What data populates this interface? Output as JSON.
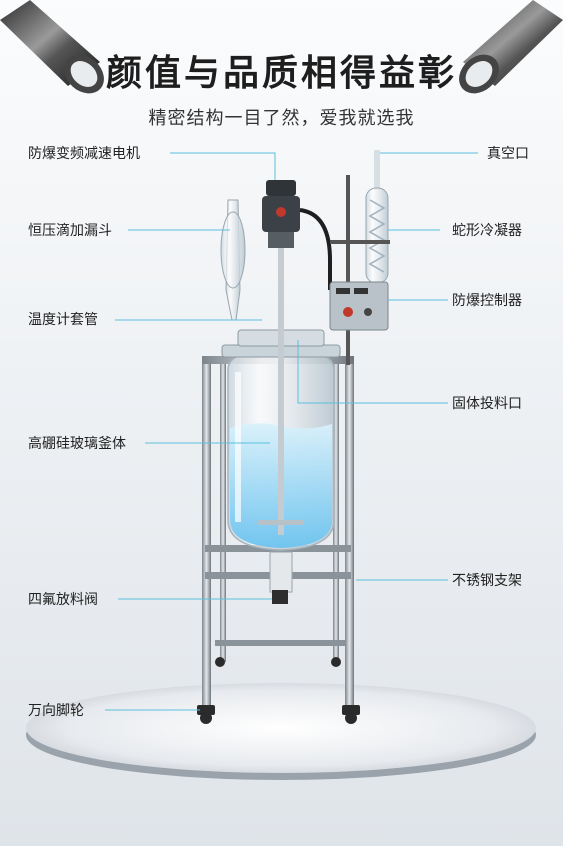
{
  "header": {
    "title": "颜值与品质相得益彰",
    "subtitle": "精密结构一目了然，爱我就选我"
  },
  "callouts": {
    "motor": "防爆变频减速电机",
    "funnel": "恒压滴加漏斗",
    "thermo": "温度计套管",
    "vessel": "高硼硅玻璃釜体",
    "valve": "四氟放料阀",
    "caster": "万向脚轮",
    "vacuum": "真空口",
    "condenser": "蛇形冷凝器",
    "controller": "防爆控制器",
    "feed": "固体投料口",
    "frame": "不锈钢支架"
  },
  "colors": {
    "callout_line": "#5bc0de",
    "liquid": "#8fd3f4",
    "title": "#1e1e1e"
  },
  "icons": {
    "corner": "steel-pipe-icon"
  }
}
